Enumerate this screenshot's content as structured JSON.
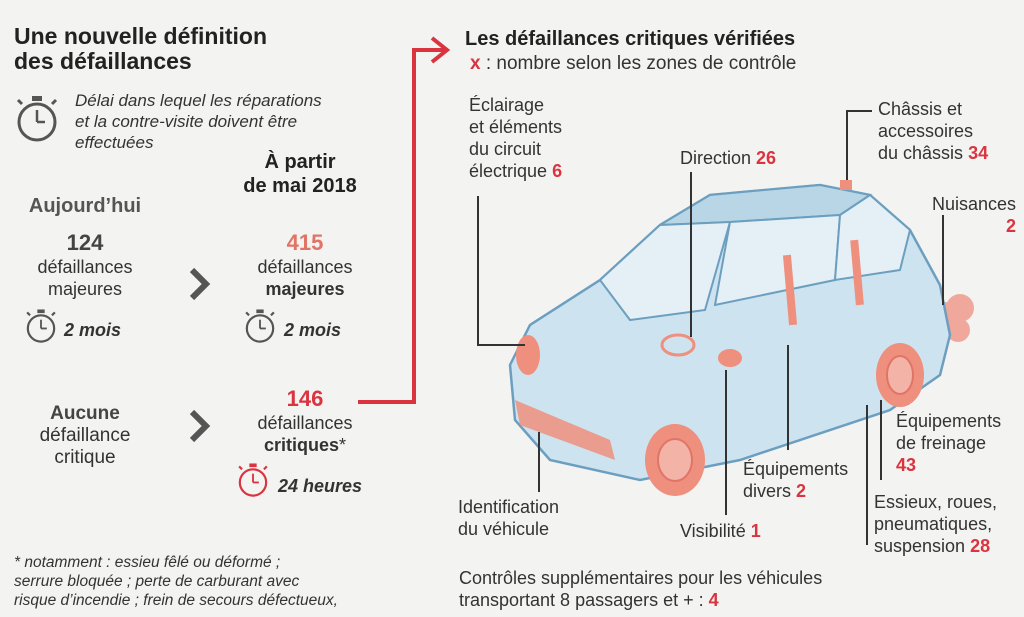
{
  "left": {
    "title_line1": "Une nouvelle définition",
    "title_line2": "des défaillances",
    "legend_line1": "Délai dans lequel les réparations",
    "legend_line2": "et la contre-visite doivent être",
    "legend_line3": "effectuées",
    "today_header": "Aujourd’hui",
    "future_header_line1": "À partir",
    "future_header_line2": "de mai 2018",
    "today_major_count": "124",
    "today_major_label1": "défaillances",
    "today_major_label2": "majeures",
    "today_major_delay": "2 mois",
    "future_major_count": "415",
    "future_major_label1": "défaillances",
    "future_major_label2": "majeures",
    "future_major_delay": "2 mois",
    "today_critical_line1": "Aucune",
    "today_critical_line2": "défaillance",
    "today_critical_line3": "critique",
    "future_critical_count": "146",
    "future_critical_label1": "défaillances",
    "future_critical_label2": "critiques",
    "future_critical_star": "*",
    "future_critical_delay": "24 heures",
    "footnote_line1": "* notamment : essieu fêlé ou déformé ;",
    "footnote_line2": "serrure bloquée ; perte de carburant avec",
    "footnote_line3": "risque d’incendie ; frein de secours défectueux,"
  },
  "right": {
    "title": "Les défaillances critiques vérifiées",
    "subtitle_marker": "x",
    "subtitle_text": " : nombre selon les zones de contrôle",
    "zones": {
      "eclairage": {
        "l1": "Éclairage",
        "l2": "et éléments",
        "l3": "du circuit",
        "l4": "électrique",
        "count": "6"
      },
      "direction": {
        "l1": "Direction",
        "count": "26"
      },
      "chassis": {
        "l1": "Châssis et",
        "l2": "accessoires",
        "l3": "du châssis",
        "count": "34"
      },
      "nuisances": {
        "l1": "Nuisances",
        "count": "2"
      },
      "freinage": {
        "l1": "Équipements",
        "l2": "de freinage",
        "count": "43"
      },
      "essieux": {
        "l1": "Essieux, roues,",
        "l2": "pneumatiques,",
        "l3": "suspension",
        "count": "28"
      },
      "divers": {
        "l1": "Équipements",
        "l2": "divers",
        "count": "2"
      },
      "visibilite": {
        "l1": "Visibilité",
        "count": "1"
      },
      "identification": {
        "l1": "Identification",
        "l2": "du véhicule"
      }
    },
    "extra_line1": "Contrôles supplémentaires pour les véhicules",
    "extra_line2": "transportant 8 passagers et + : ",
    "extra_count": "4"
  },
  "colors": {
    "accent_red": "#d9343f",
    "salmon": "#e07567",
    "car_blue": "#cde3ef",
    "car_outline": "#6c9fbf",
    "highlight": "#ef8f7e"
  },
  "icons": [
    "stopwatch-icon",
    "chevron-right-icon",
    "arrow-right-icon"
  ]
}
